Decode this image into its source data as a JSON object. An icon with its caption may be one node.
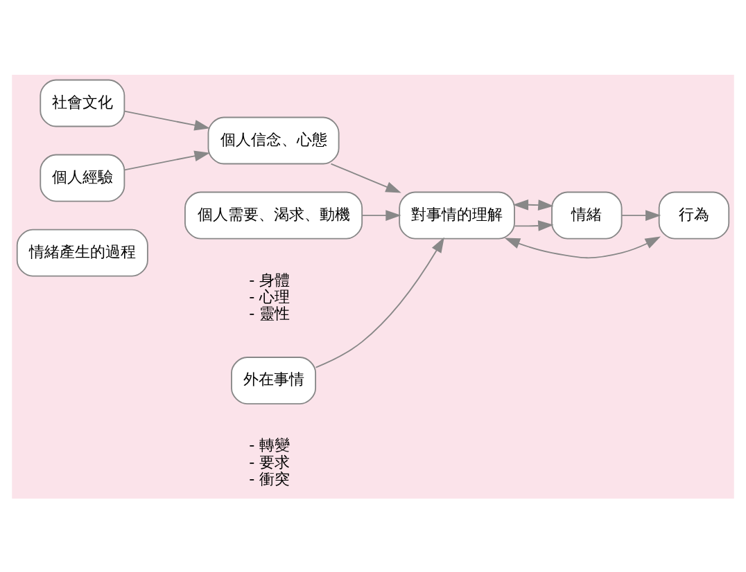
{
  "diagram": {
    "nodes": [
      {
        "text": [
          "情緒產生的過程"
        ]
      },
      {
        "text": [
          "社會文化"
        ]
      },
      {
        "text": [
          "個人經驗"
        ]
      },
      {
        "text": [
          "個人信念、心態"
        ]
      },
      {
        "text": [
          "個人需要、渴求、動機"
        ],
        "beside": [
          "- 身體",
          "- 心理",
          "- 靈性"
        ]
      },
      {
        "text": [
          "外在事情"
        ],
        "beside": [
          "- 轉變",
          "- 要求",
          "- 衝突"
        ]
      },
      {
        "text": [
          "對事情的理解"
        ]
      },
      {
        "text": [
          "情緒"
        ]
      },
      {
        "text": [
          "行為"
        ]
      }
    ],
    "edges": [
      {
        "from": 1,
        "to": 3,
        "arrow": "to"
      },
      {
        "from": 2,
        "to": 3,
        "arrow": "to"
      },
      {
        "from": 3,
        "to": 6,
        "arrow": "to"
      },
      {
        "from": 4,
        "to": 6,
        "arrow": "to"
      },
      {
        "from": 5,
        "to": 6,
        "arrow": "to"
      },
      {
        "from": 6,
        "to": 7,
        "arrow": "to"
      },
      {
        "from": 7,
        "to": 8,
        "arrow": "to"
      },
      {
        "from": 8,
        "to": 6,
        "arrow": "both"
      },
      {
        "from": 7,
        "to": 6,
        "arrow": "both"
      }
    ]
  }
}
